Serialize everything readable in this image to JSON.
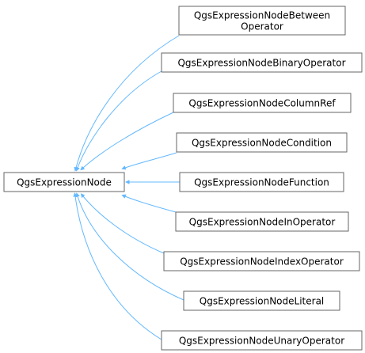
{
  "base_class": {
    "label": "QgsExpressionNode"
  },
  "derived_classes": [
    {
      "lines": [
        "QgsExpressionNodeBetween",
        "Operator"
      ]
    },
    {
      "lines": [
        "QgsExpressionNodeBinaryOperator"
      ]
    },
    {
      "lines": [
        "QgsExpressionNodeColumnRef"
      ]
    },
    {
      "lines": [
        "QgsExpressionNodeCondition"
      ]
    },
    {
      "lines": [
        "QgsExpressionNodeFunction"
      ]
    },
    {
      "lines": [
        "QgsExpressionNodeInOperator"
      ]
    },
    {
      "lines": [
        "QgsExpressionNodeIndexOperator"
      ]
    },
    {
      "lines": [
        "QgsExpressionNodeLiteral"
      ]
    },
    {
      "lines": [
        "QgsExpressionNodeUnaryOperator"
      ]
    }
  ],
  "colors": {
    "edge": "#63b8ff",
    "node_border": "#666666",
    "node_fill": "#ffffff",
    "text": "#000000"
  }
}
